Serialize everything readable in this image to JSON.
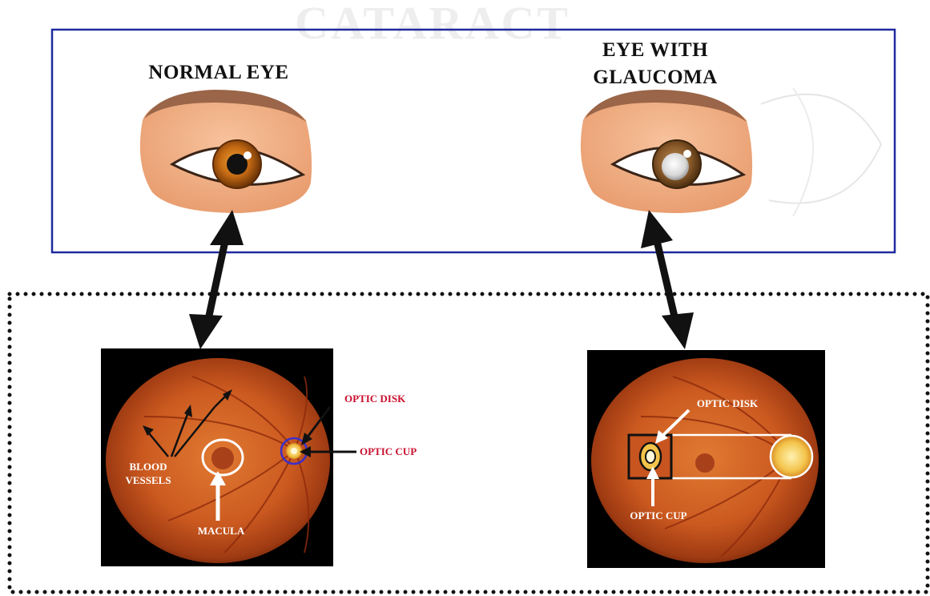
{
  "faded_title": "CATARACT",
  "top_panel": {
    "normal_eye_title": "NORMAL EYE",
    "glaucoma_title_line1": "EYE WITH",
    "glaucoma_title_line2": "GLAUCOMA"
  },
  "normal_fundus": {
    "optic_disk_label": "OPTIC DISK",
    "optic_cup_label": "OPTIC CUP",
    "blood_vessels_line1": "BLOOD",
    "blood_vessels_line2": "VESSELS",
    "macula_label": "MACULA"
  },
  "glaucoma_fundus": {
    "optic_disk_label": "OPTIC DISK",
    "optic_cup_label": "OPTIC CUP"
  },
  "colors": {
    "panel_border": "#1f2a9e",
    "arrow": "#111111",
    "label_red": "#c8102e",
    "fundus_orange": "#c8541f",
    "skin": "#f2b48c",
    "brow": "#9a6548",
    "iris_normal": "#b8620f",
    "highlight_circle": "#3b2fc9"
  }
}
